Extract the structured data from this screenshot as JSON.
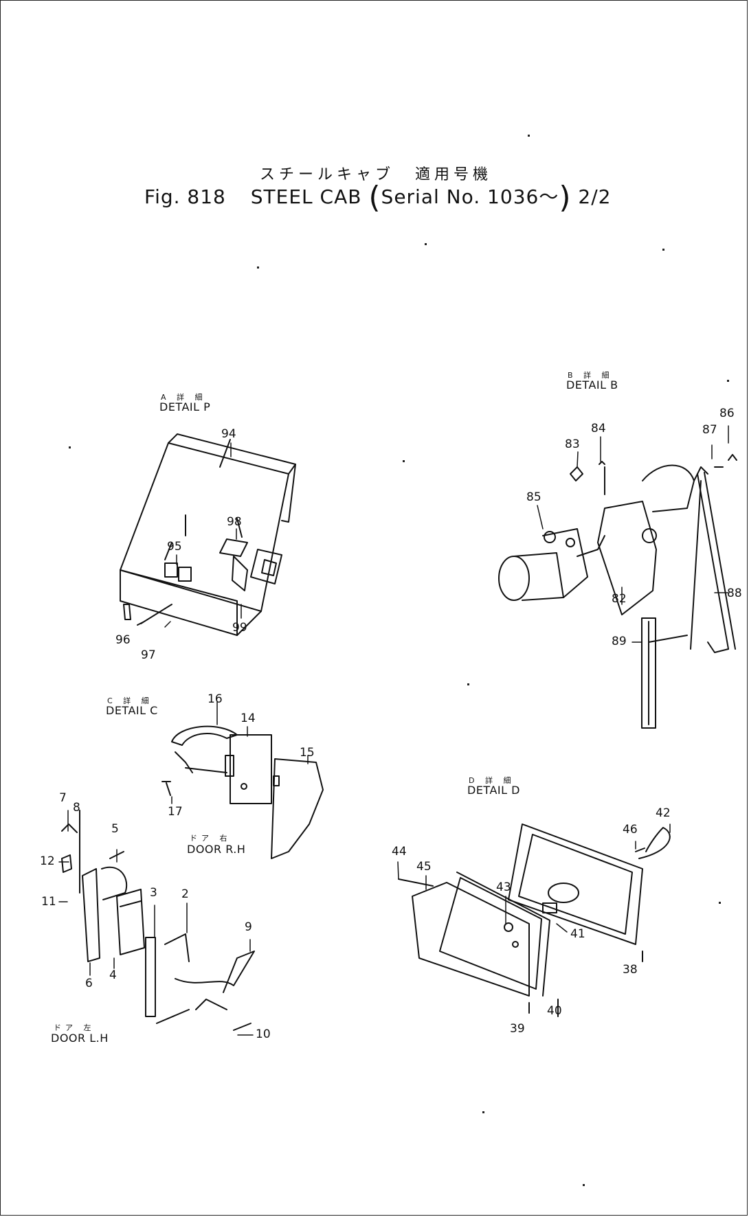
{
  "header": {
    "title_jp": "スチールキャブ",
    "applicability_jp": "適用号機",
    "fig_label": "Fig. 818",
    "title": "STEEL CAB",
    "serial": "Serial No. 1036～",
    "page": "2/2"
  },
  "details": {
    "p": {
      "jp": "A 詳 細",
      "label": "DETAIL P"
    },
    "b": {
      "jp": "B 詳 細",
      "label": "DETAIL B"
    },
    "c": {
      "jp": "C 詳 細",
      "label": "DETAIL C"
    },
    "d": {
      "jp": "D 詳 細",
      "label": "DETAIL D"
    },
    "door_rh": {
      "jp": "ドア 右",
      "label": "DOOR R.H"
    },
    "door_lh": {
      "jp": "ドア 左",
      "label": "DOOR L.H"
    }
  },
  "callouts": {
    "c94": "94",
    "c98": "98",
    "c95": "95",
    "c96": "96",
    "c97": "97",
    "c99": "99",
    "c84": "84",
    "c83": "83",
    "c86": "86",
    "c87": "87",
    "c85": "85",
    "c82": "82",
    "c88": "88",
    "c89": "89",
    "c16": "16",
    "c14": "14",
    "c15": "15",
    "c17": "17",
    "c7": "7",
    "c8": "8",
    "c5": "5",
    "c12": "12",
    "c11": "11",
    "c6": "6",
    "c4": "4",
    "c3": "3",
    "c2": "2",
    "c9": "9",
    "c10": "10",
    "c44": "44",
    "c45": "45",
    "c43": "43",
    "c46": "46",
    "c42": "42",
    "c41": "41",
    "c38": "38",
    "c40": "40",
    "c39": "39"
  }
}
